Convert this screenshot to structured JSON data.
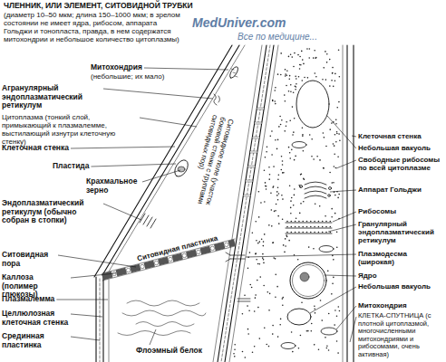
{
  "diagram": {
    "labels": [
      "ЧЛЕННИК, ИЛИ ЭЛЕМЕНТ, СИТОВИДНОЙ ТРУБКИ",
      "(диаметр 10–50 мкм; длина 150–1000 мкм; в зрелом состоянии не имеет ядра, рибосом, аппарата Гольджи и тонопласта, правда, в нем содержатся митохондрии и небольшое количество цитоплазмы)",
      "MedUniver.com",
      "Все по медицине...",
      "Митохондрия",
      "(небольшие; их мало)",
      "Агранулярный эндоплазматический ретикулум",
      "Цитоплазма (тонкий слой, примыкающий к плазмалемме, выстилающий изнутри клеточную стенку)",
      "Клеточная стенка",
      "Пластида",
      "Крахмальное зерно",
      "Эндоплазматический ретикулум (обычно собран в стопки)",
      "Ситовидная пора",
      "Каллоза (полимер глюкозы)",
      "Плазмалемма",
      "Целлюлозная клеточная стенка",
      "Срединная пластинка",
      "Ситовидная пластинка",
      "Ситовидное поле (участок боковой стенки с группами ситовидных пор)",
      "Флоэмный белок",
      "Клеточная стенка",
      "Небольшая вакуоль",
      "Свободные рибосомы по всей цитоплазме",
      "Аппарат Гольджи",
      "Рибосомы",
      "Гранулярный эндоплазматический ретикулум",
      "Плазмодесма (широкая)",
      "Ядро",
      "Небольшая вакуоль",
      "Митохондрия",
      "КЛЕТКА-СПУТНИЦА (с плотной цитоплазмой, многочисленными митохондриями и рибосомами, очень активная)"
    ]
  }
}
